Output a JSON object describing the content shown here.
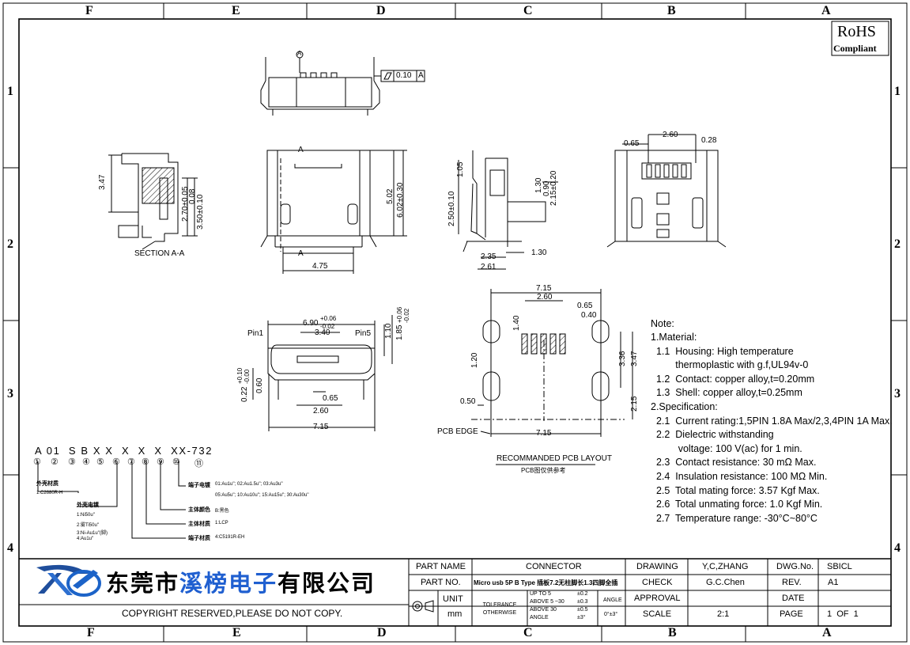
{
  "zones": {
    "top": [
      "F",
      "E",
      "D",
      "C",
      "B",
      "A"
    ],
    "bottom": [
      "F",
      "E",
      "D",
      "C",
      "B",
      "A"
    ],
    "left": [
      "1",
      "2",
      "3",
      "4"
    ],
    "right": [
      "1",
      "2",
      "3",
      "4"
    ]
  },
  "rohs": {
    "line1": "RoHS",
    "line2": "Compliant"
  },
  "top_view": {
    "datum": "A",
    "flatness_value": "0.10",
    "flatness_datum": "A"
  },
  "section_view": {
    "label": "SECTION A-A",
    "d1": "3.47",
    "d2": "2.70±0.05",
    "d3": "0.08",
    "d4": "3.50±0.10"
  },
  "front_view": {
    "cut_top": "A",
    "cut_bottom": "A",
    "d_height1": "5.02",
    "d_height2": "6.02±0.30",
    "d_width": "4.75"
  },
  "side_view": {
    "d1": "1.05",
    "d2": "2.50±0.10",
    "d3": "1.30",
    "d4": "0.90",
    "d5": "2.15±0.20",
    "d6": "2.35",
    "d7": "1.30",
    "d8": "2.61"
  },
  "rear_view": {
    "d1": "0.65",
    "d2": "2.60",
    "d3": "0.28"
  },
  "bottom_view": {
    "pin1": "Pin1",
    "pin5": "Pin5",
    "d_width_top": "6.90",
    "d_tol_plus": "+0.06",
    "d_tol_minus": "-0.02",
    "d_340": "3.40",
    "d_110": "1.10",
    "d_185": "1.85",
    "d_185_plus": "+0.06",
    "d_185_minus": "-0.02",
    "d_022": "0.22",
    "d_022_plus": "+0.10",
    "d_022_minus": "-0.00",
    "d_060": "0.60",
    "d_065": "0.65",
    "d_260": "2.60",
    "d_715": "7.15"
  },
  "pcb_layout": {
    "d_715_top": "7.15",
    "d_260": "2.60",
    "d_065": "0.65",
    "d_040": "0.40",
    "d_140": "1.40",
    "d_120": "1.20",
    "d_336": "3.36",
    "d_347": "3.47",
    "d_050": "0.50",
    "d_215": "2.15",
    "d_715_bottom": "7.15",
    "edge_label": "PCB EDGE",
    "title": "RECOMMANDED PCB LAYOUT",
    "subtitle": "PCB图仅供参考"
  },
  "notes": {
    "heading": "Note:",
    "lines": [
      "1.Material:",
      "  1.1  Housing: High temperature",
      "         thermoplastic with g.f,UL94v-0",
      "  1.2  Contact: copper alloy,t=0.20mm",
      "  1.3  Shell: copper alloy,t=0.25mm",
      "2.Specification:",
      "  2.1  Current rating:1,5PIN 1.8A Max/2,3,4PIN 1A Max.",
      "  2.2  Dielectric withstanding",
      "          voltage: 100 V(ac) for 1 min.",
      "  2.3  Contact resistance: 30 mΩ Max.",
      "  2.4  Insulation resistance: 100 MΩ Min.",
      "  2.5  Total mating force: 3.57 Kgf Max.",
      "  2.6  Total unmating force: 1.0 Kgf Min.",
      "  2.7  Temperature range: -30°C~80°C"
    ]
  },
  "part_code": {
    "code": "A 01  S B X X  X  X  X  XX-732",
    "numbers": [
      "①",
      "②",
      "③",
      "④",
      "⑤",
      "⑥",
      "⑦",
      "⑧",
      "⑨",
      "⑩",
      "⑪"
    ],
    "shell_material": {
      "label": "外壳材质",
      "value": "1:C2680R-H"
    },
    "shell_plating": {
      "label": "外壳电镀",
      "values": [
        "1:Ni50u''",
        "2:雾Ti50u''",
        "3:Ni-Au1u''(脚)",
        "4:Au1u''"
      ]
    },
    "terminal_plating": {
      "label": "端子电镀",
      "line1": "01:Au1u''; 02:Au1.5u''; 03:Au3u''",
      "line2": "05:Au5u''; 10:Au10u''; 15:Au15u''; 30:Au30u''"
    },
    "body_color": {
      "label": "主体颜色",
      "value": "B:黑色"
    },
    "body_material": {
      "label": "主体材质",
      "value": "1:LCP"
    },
    "terminal_material": {
      "label": "端子材质",
      "value": "4:C5191R-EH"
    }
  },
  "company": {
    "name_black1": "东莞市",
    "name_blue": "溪榜电子",
    "name_black2": "有限公司",
    "copyright": "COPYRIGHT RESERVED,PLEASE DO NOT COPY."
  },
  "title_block": {
    "part_name_label": "PART NAME",
    "part_name": "CONNECTOR",
    "part_no_label": "PART NO.",
    "part_no": "Micro usb 5P B Type 插板7.2无柱脚长1.3四脚全插",
    "unit_label": "UNIT",
    "unit": "mm",
    "tolerance_label": "TOLERANCE OTHERWISE",
    "tol_rows": [
      {
        "range": "UP TO 5",
        "tol": "±0.2"
      },
      {
        "range": "ABOVE 5 ~30",
        "tol": "±0.3"
      },
      {
        "range": "ABOVE 30",
        "tol": "±0.5"
      },
      {
        "range": "ANGLE",
        "tol": "±3°"
      }
    ],
    "angle_label": "ANGLE",
    "angle_value": "0°±3°",
    "drawing_label": "DRAWING",
    "drawing": "Y,C,ZHANG",
    "check_label": "CHECK",
    "check": "G.C.Chen",
    "approval_label": "APPROVAL",
    "approval": "",
    "scale_label": "SCALE",
    "scale": "2:1",
    "dwg_no_label": "DWG.No.",
    "dwg_no": "SBICL",
    "rev_label": "REV.",
    "rev": "A1",
    "date_label": "DATE",
    "date": "",
    "page_label": "PAGE",
    "page": "1  OF  1"
  }
}
